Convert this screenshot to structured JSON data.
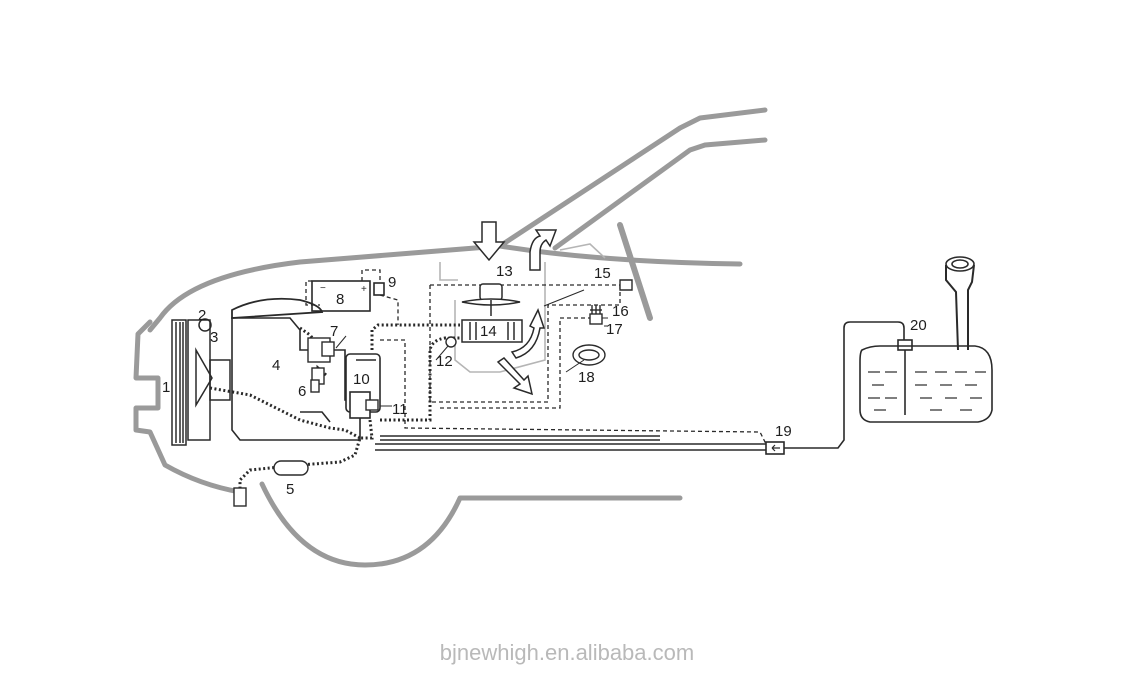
{
  "labels": {
    "n1": "1",
    "n2": "2",
    "n3": "3",
    "n4": "4",
    "n5": "5",
    "n6": "6",
    "n7": "7",
    "n8": "8",
    "n9": "9",
    "n10": "10",
    "n11": "11",
    "n12": "12",
    "n13": "13",
    "n14": "14",
    "n15": "15",
    "n16": "16",
    "n17": "17",
    "n18": "18",
    "n19": "19",
    "n20": "20"
  },
  "watermark": "bjnewhigh.en.alibaba.com",
  "colors": {
    "body_outline": "#9a9a9a",
    "line": "#2a2a2a",
    "hose": "#333333",
    "watermark": "#b9b9b9"
  }
}
